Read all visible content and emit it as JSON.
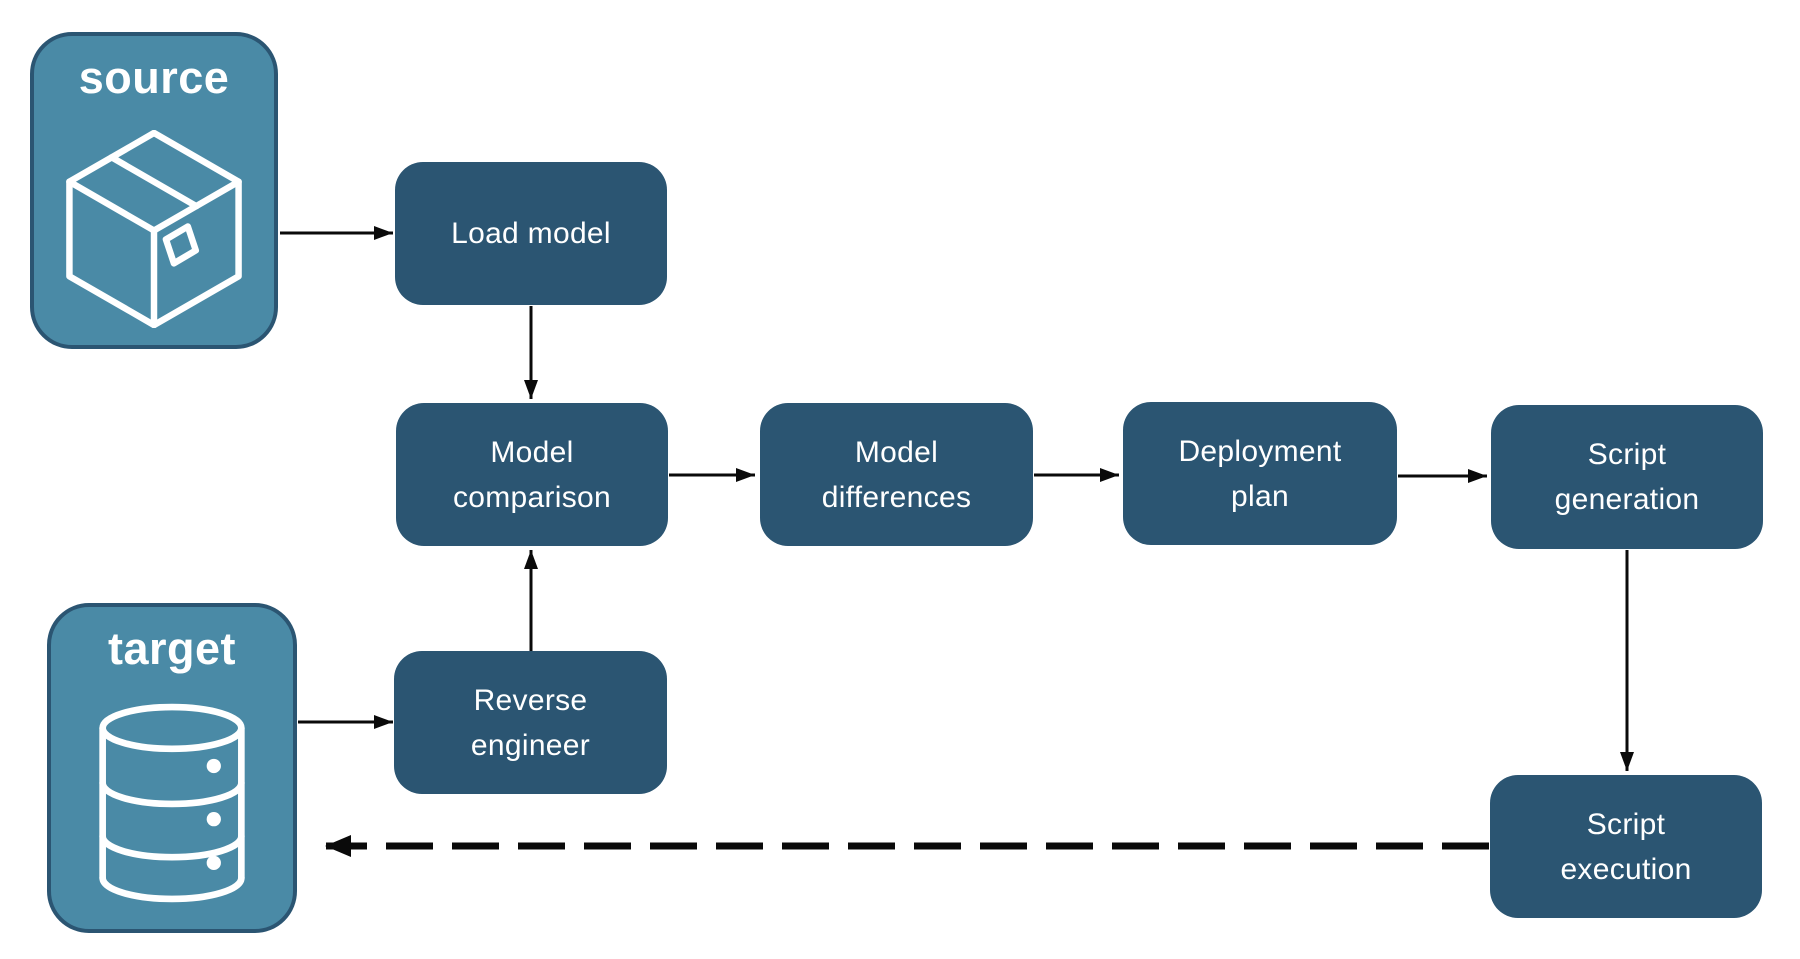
{
  "diagram": {
    "entities": [
      {
        "id": "source",
        "label": "source",
        "icon": "package-icon"
      },
      {
        "id": "target",
        "label": "target",
        "icon": "database-icon"
      }
    ],
    "nodes": [
      {
        "id": "load-model",
        "label": "Load model"
      },
      {
        "id": "model-comparison",
        "label": "Model comparison"
      },
      {
        "id": "model-differences",
        "label": "Model differences"
      },
      {
        "id": "deployment-plan",
        "label": "Deployment plan"
      },
      {
        "id": "script-generation",
        "label": "Script generation"
      },
      {
        "id": "reverse-engineer",
        "label": "Reverse engineer"
      },
      {
        "id": "script-execution",
        "label": "Script execution"
      }
    ],
    "connections": [
      {
        "from": "source",
        "to": "load-model",
        "style": "solid"
      },
      {
        "from": "load-model",
        "to": "model-comparison",
        "style": "solid"
      },
      {
        "from": "model-comparison",
        "to": "model-differences",
        "style": "solid"
      },
      {
        "from": "model-differences",
        "to": "deployment-plan",
        "style": "solid"
      },
      {
        "from": "deployment-plan",
        "to": "script-generation",
        "style": "solid"
      },
      {
        "from": "script-generation",
        "to": "script-execution",
        "style": "solid"
      },
      {
        "from": "target",
        "to": "reverse-engineer",
        "style": "solid"
      },
      {
        "from": "reverse-engineer",
        "to": "model-comparison",
        "style": "solid"
      },
      {
        "from": "script-execution",
        "to": "target",
        "style": "dashed"
      }
    ],
    "colors": {
      "node_fill": "#2b5572",
      "entity_fill": "#4a8aa6",
      "entity_border": "#2b5572",
      "arrow": "#0a0a0a",
      "text": "#ffffff",
      "background": "#ffffff"
    }
  }
}
